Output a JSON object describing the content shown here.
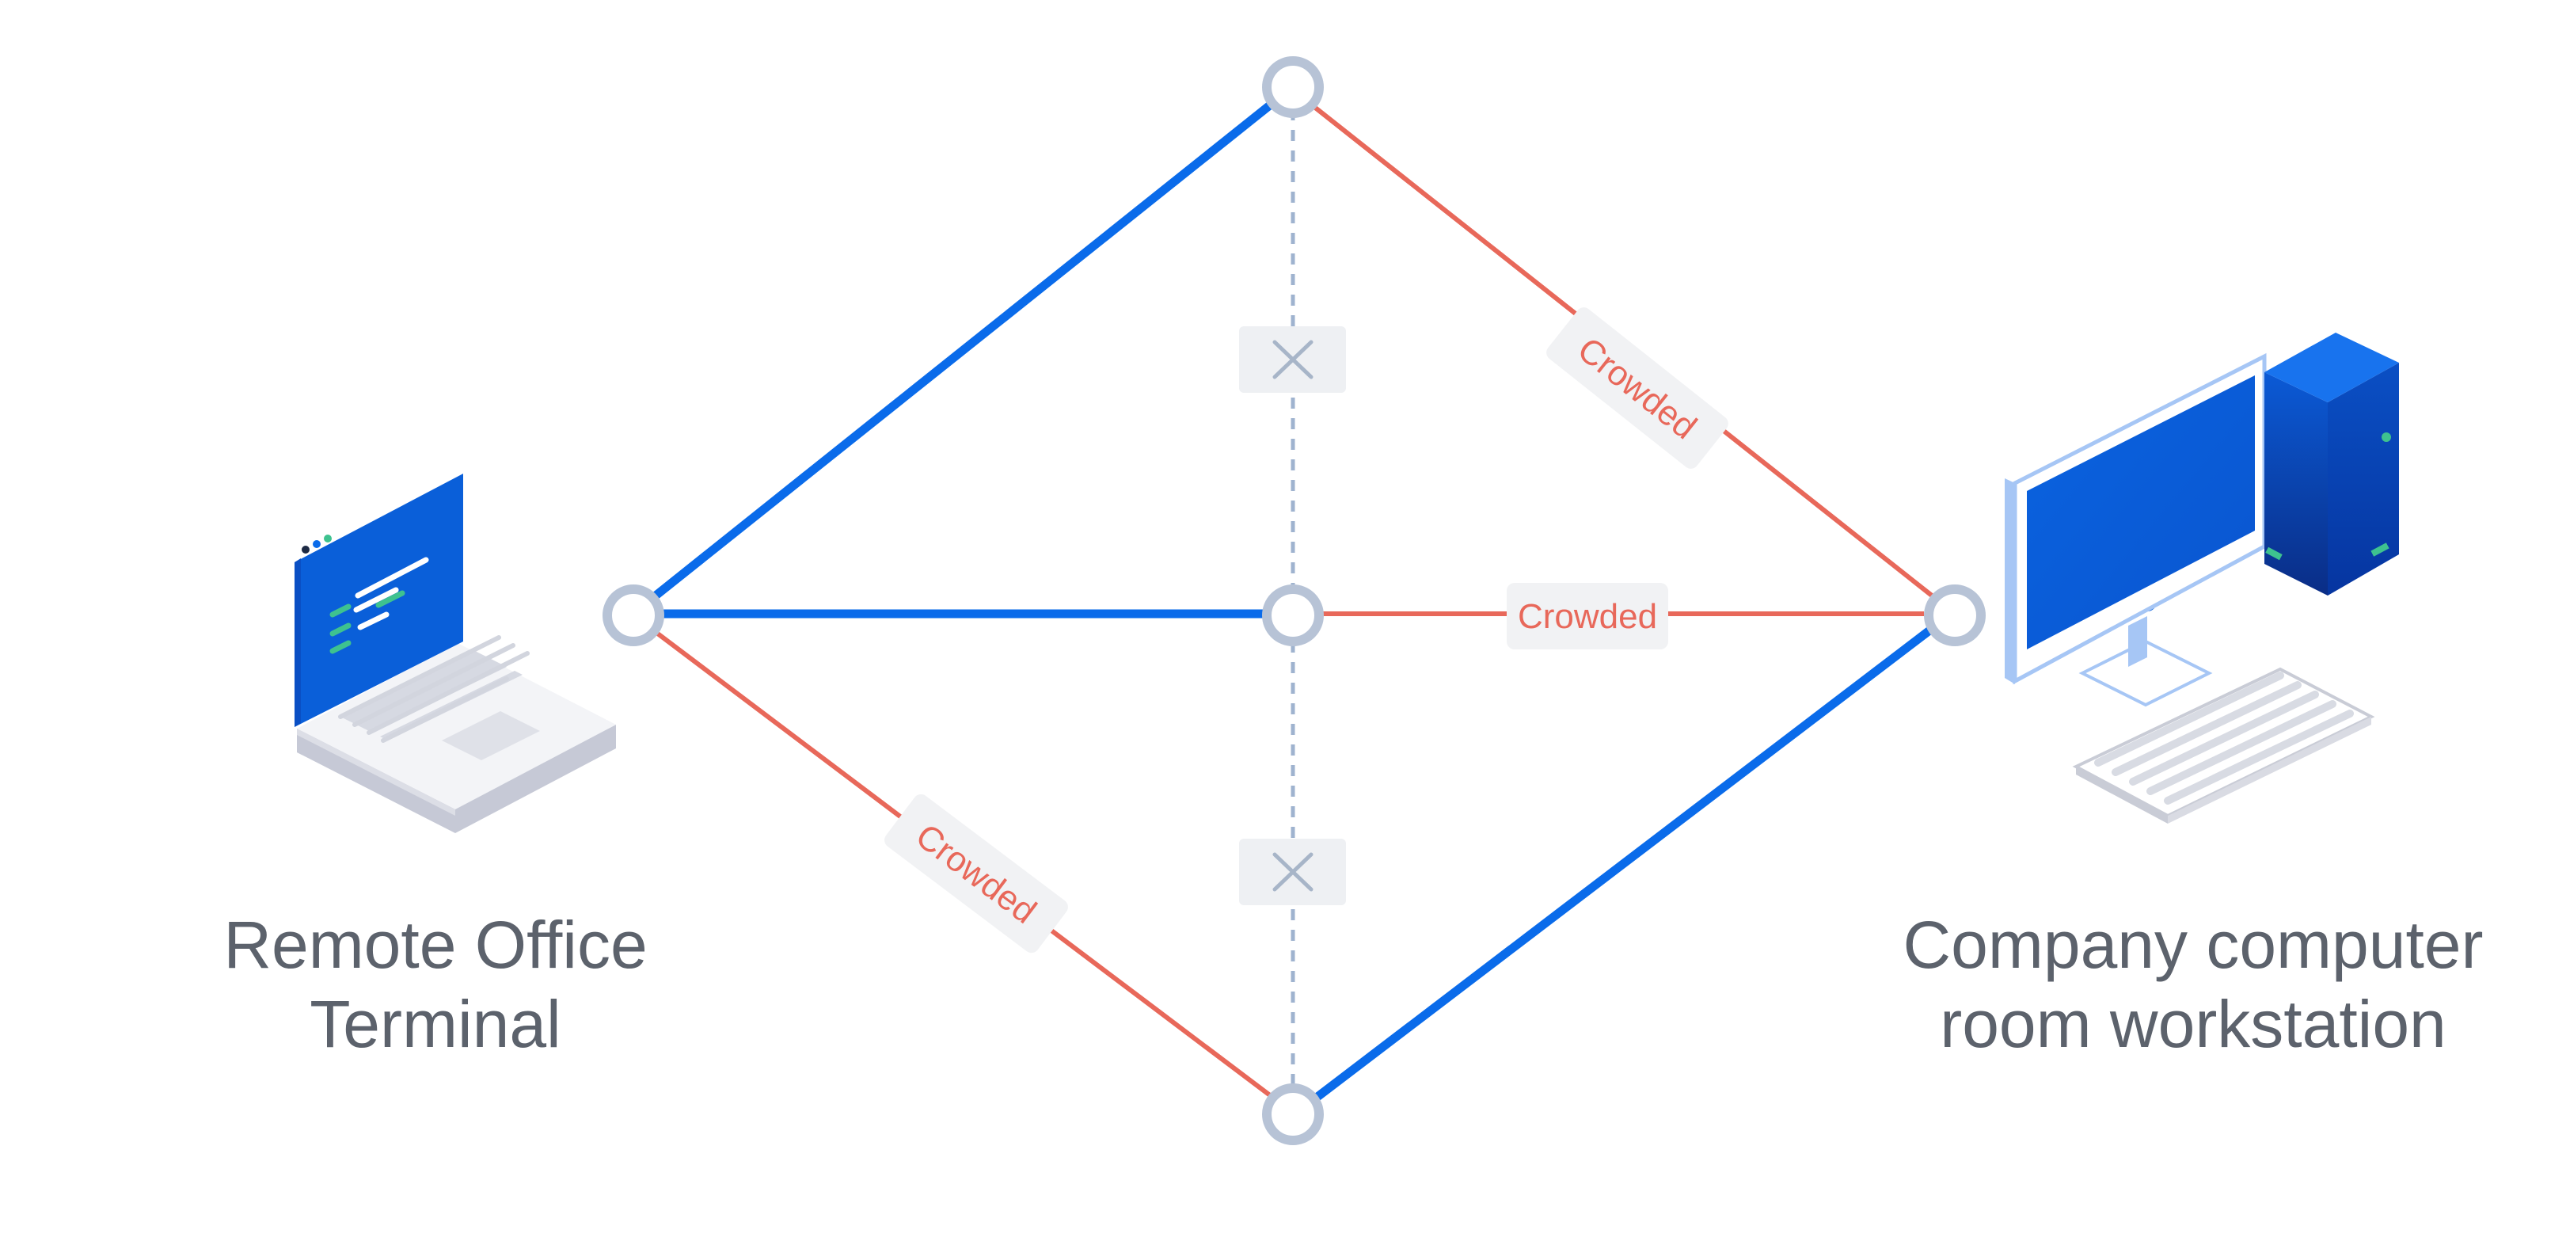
{
  "colors": {
    "route_ok": "#0a6bea",
    "route_crowded": "#e8685a",
    "blocked_link": "#9fb3cf",
    "node_ring": "#b7c3d6",
    "label_bg": "#f1f2f4",
    "blocked_box": "#eef0f3",
    "caption_text": "#5c626c"
  },
  "left_endpoint": {
    "icon": "laptop-icon",
    "caption_line1": "Remote Office",
    "caption_line2": "Terminal"
  },
  "right_endpoint": {
    "icon": "desktop-computer-icon",
    "caption_line1": "Company computer",
    "caption_line2": "room workstation"
  },
  "links": {
    "left_to_top": {
      "status": "ok"
    },
    "left_to_middle": {
      "status": "ok"
    },
    "left_to_bottom": {
      "status": "crowded",
      "label": "Crowded"
    },
    "top_to_right": {
      "status": "crowded",
      "label": "Crowded"
    },
    "middle_to_right": {
      "status": "crowded",
      "label": "Crowded"
    },
    "bottom_to_right": {
      "status": "ok"
    },
    "top_to_middle": {
      "status": "blocked",
      "icon": "close-icon"
    },
    "middle_to_bottom": {
      "status": "blocked",
      "icon": "close-icon"
    }
  }
}
